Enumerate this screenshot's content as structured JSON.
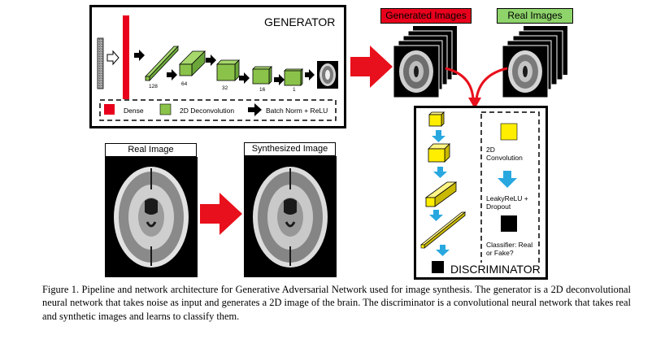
{
  "generator": {
    "title": "GENERATOR",
    "stage_labels": [
      "128",
      "64",
      "32",
      "16",
      "1"
    ],
    "legend": {
      "dense": "Dense",
      "deconv": "2D Deconvolution",
      "batchnorm": "Batch Norm + ReLU"
    }
  },
  "discriminator": {
    "title": "DISCRIMINATOR",
    "legend": {
      "conv": "2D Convolution",
      "leaky": "LeakyReLU + Dropout",
      "classifier": "Classifier: Real or Fake?"
    }
  },
  "tags": {
    "generated": "Generated Images",
    "real": "Real Images",
    "real_image": "Real Image",
    "synthesized": "Synthesized Image"
  },
  "colors": {
    "dense": "#e8001c",
    "deconv": "#8bc34a",
    "conv": "#ffee00",
    "generated_tag": "#e8001c",
    "real_tag": "#8ed46b",
    "flow_arrow": "#29a8e0",
    "red_arrow": "#e8101c"
  },
  "caption": "Figure 1. Pipeline and network architecture for Generative Adversarial Network used for image synthesis. The generator is a 2D deconvolutional neural network that takes noise as input and generates a 2D image of the brain. The discriminator is a convolutional neural network that takes real and synthetic images and learns to classify them."
}
